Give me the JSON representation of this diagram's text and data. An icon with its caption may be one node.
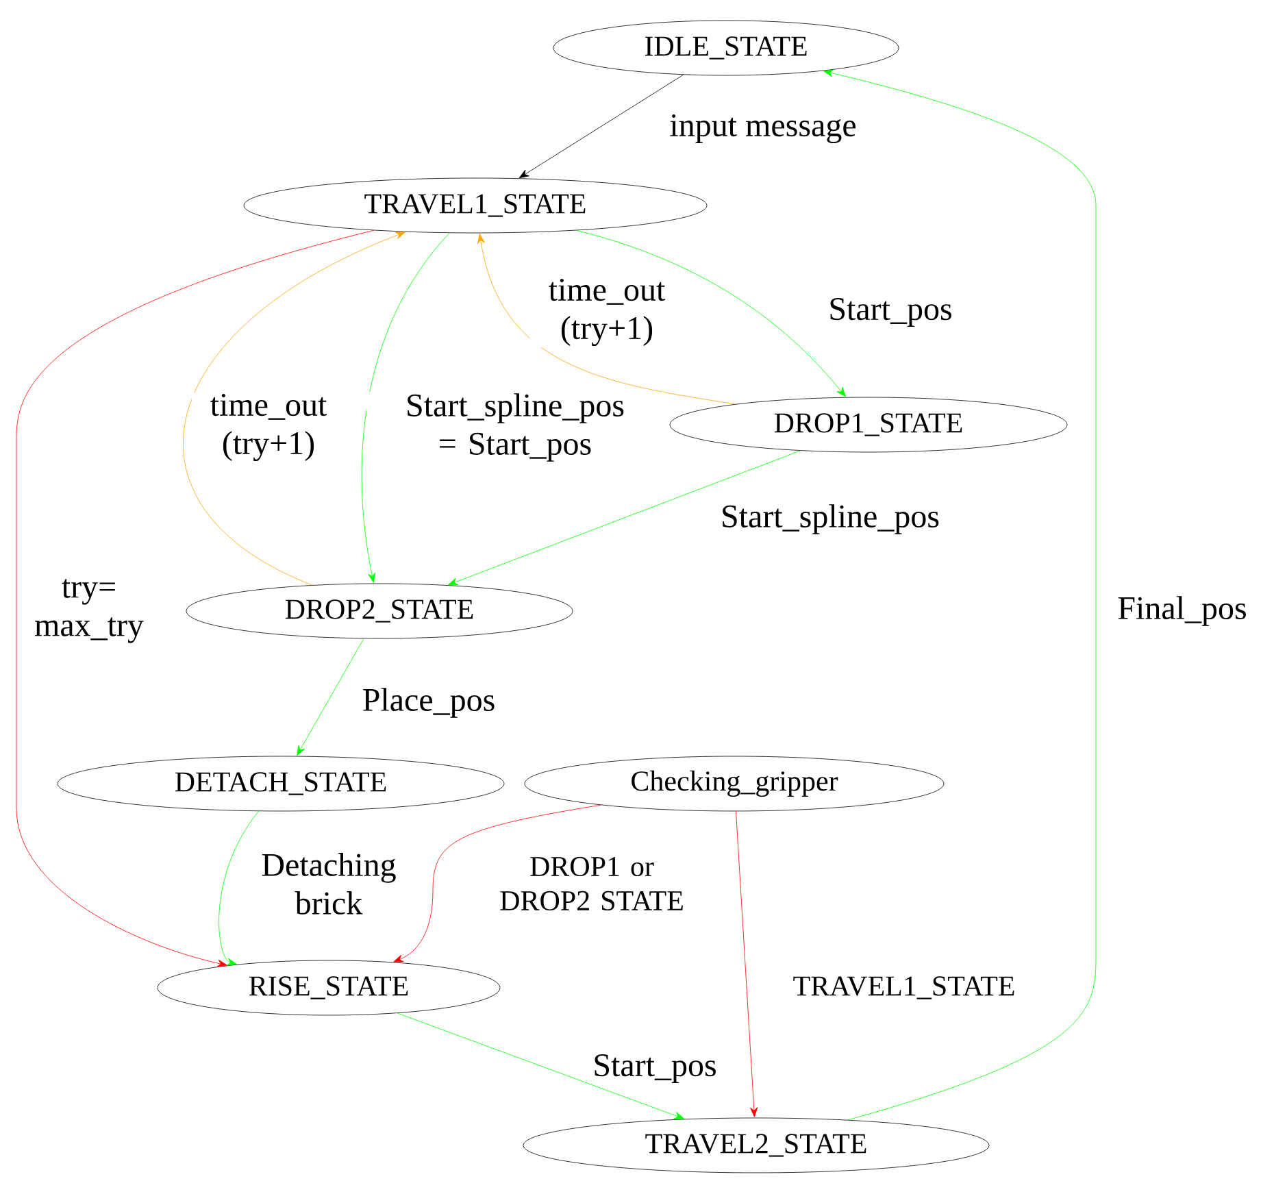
{
  "diagram": {
    "nodes": [
      {
        "text": [
          "IDLE_STATE"
        ]
      },
      {
        "text": [
          "TRAVEL1_STATE"
        ]
      },
      {
        "text": [
          "DROP1_STATE"
        ]
      },
      {
        "text": [
          "DROP2_STATE"
        ]
      },
      {
        "text": [
          "DETACH_STATE"
        ]
      },
      {
        "text": [
          "Checking_gripper"
        ]
      },
      {
        "text": [
          "RISE_STATE"
        ]
      },
      {
        "text": [
          "TRAVEL2_STATE"
        ]
      }
    ],
    "edges": [
      {
        "from": 0,
        "to": 1,
        "arrow": "to",
        "label": "input message",
        "color": "#000000"
      },
      {
        "from": 1,
        "to": 2,
        "arrow": "to",
        "label": "Start_pos"
      },
      {
        "from": 2,
        "to": 1,
        "arrow": "to",
        "label": "time_out (try+1)",
        "color": "#ffa500"
      },
      {
        "from": 1,
        "to": 3,
        "arrow": "to",
        "label": "Start_spline_pos = Start_pos"
      },
      {
        "from": 3,
        "to": 1,
        "arrow": "to",
        "label": "time_out (try+1)",
        "color": "#ffa500"
      },
      {
        "from": 2,
        "to": 3,
        "arrow": "to",
        "label": "Start_spline_pos"
      },
      {
        "from": 1,
        "to": 6,
        "arrow": "to",
        "label": "try= max_try",
        "color": "#ff0000"
      },
      {
        "from": 3,
        "to": 4,
        "arrow": "to",
        "label": "Place_pos"
      },
      {
        "from": 4,
        "to": 6,
        "arrow": "to",
        "label": "Detaching brick"
      },
      {
        "from": 5,
        "to": 6,
        "arrow": "to",
        "label": "DROP1 or DROP2 STATE",
        "color": "#ff0000"
      },
      {
        "from": 5,
        "to": 7,
        "arrow": "to",
        "label": "TRAVEL1_STATE",
        "color": "#ff0000"
      },
      {
        "from": 6,
        "to": 7,
        "arrow": "to",
        "label": "Start_pos"
      },
      {
        "from": 7,
        "to": 0,
        "arrow": "to",
        "label": "Final_pos"
      }
    ]
  }
}
